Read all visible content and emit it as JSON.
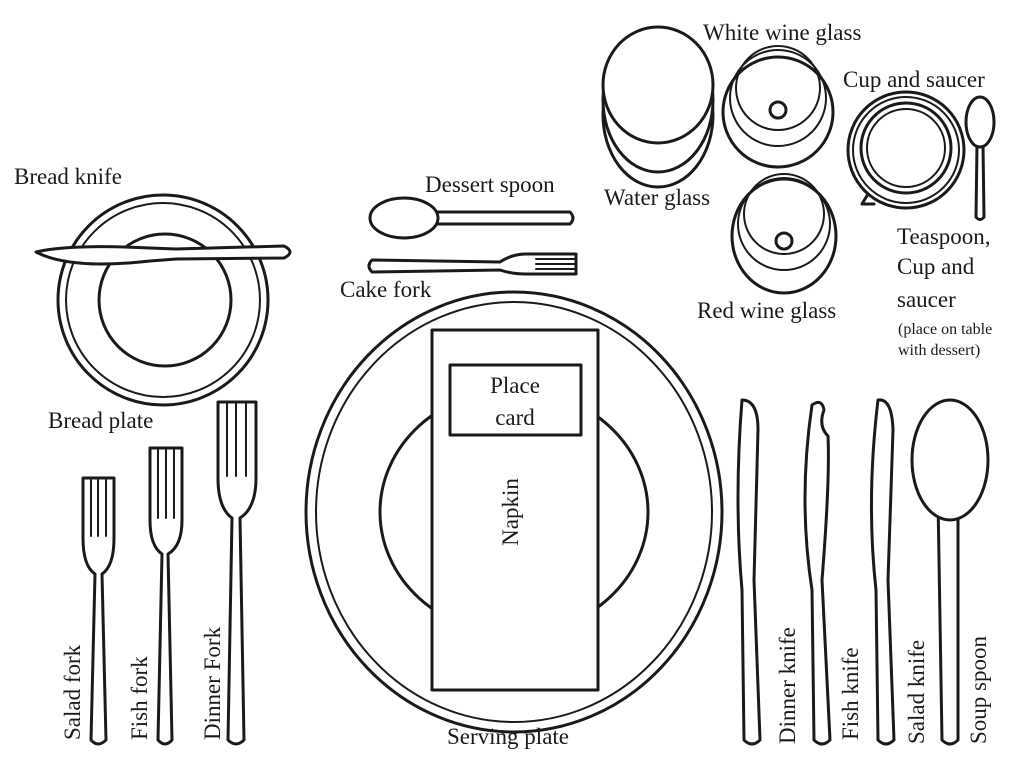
{
  "labels": {
    "bread_knife": "Bread knife",
    "bread_plate": "Bread plate",
    "dessert_spoon": "Dessert spoon",
    "cake_fork": "Cake fork",
    "white_wine_glass": "White wine glass",
    "water_glass": "Water glass",
    "red_wine_glass": "Red wine glass",
    "cup_and_saucer": "Cup and saucer",
    "teaspoon_line1": "Teaspoon,",
    "teaspoon_line2": "Cup and",
    "teaspoon_line3": "saucer",
    "teaspoon_note1": "(place on table",
    "teaspoon_note2": "with dessert)",
    "place_card_line1": "Place",
    "place_card_line2": "card",
    "napkin": "Napkin",
    "serving_plate": "Serving plate",
    "salad_fork": "Salad fork",
    "fish_fork": "Fish fork",
    "dinner_fork": "Dinner Fork",
    "dinner_knife": "Dinner knife",
    "fish_knife": "Fish knife",
    "salad_knife": "Salad knife",
    "soup_spoon": "Soup spoon"
  },
  "colors": {
    "outline": "#1a1a1a",
    "background": "#ffffff"
  }
}
